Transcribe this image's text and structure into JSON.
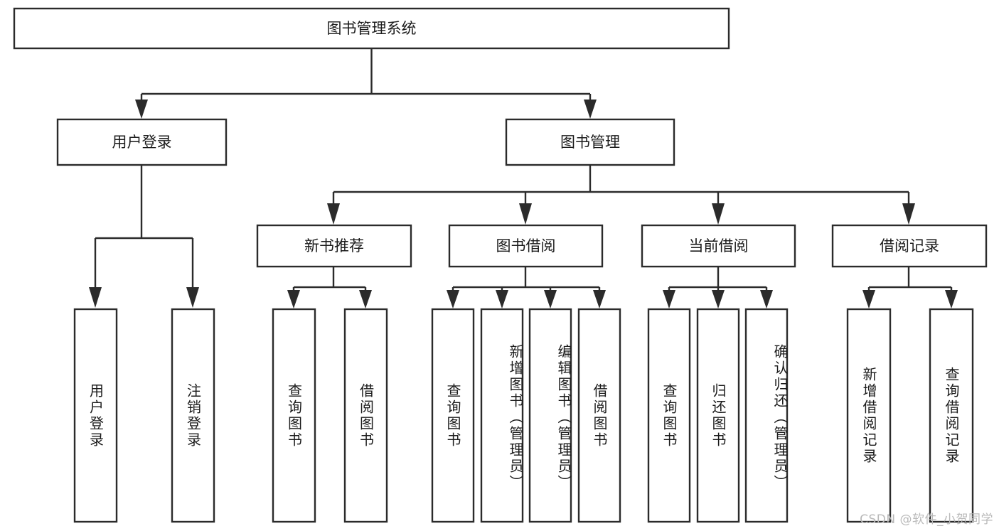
{
  "diagram": {
    "title": "图书管理系统",
    "type": "hierarchy-tree",
    "watermark": "CSDN @软件_小贺同学",
    "colors": {
      "stroke": "#2b2b2b",
      "fill": "#ffffff",
      "text": "#1b1b1b",
      "watermark": "#b9b9b9"
    },
    "levels": {
      "root": {
        "label": "图书管理系统"
      },
      "level2": [
        {
          "id": "user-login",
          "label": "用户登录"
        },
        {
          "id": "book-manage",
          "label": "图书管理"
        }
      ],
      "level3": [
        {
          "id": "new-book-rec",
          "label": "新书推荐"
        },
        {
          "id": "book-borrow",
          "label": "图书借阅"
        },
        {
          "id": "current-borrow",
          "label": "当前借阅"
        },
        {
          "id": "borrow-record",
          "label": "借阅记录"
        }
      ],
      "leaves": [
        {
          "id": "leaf-user-login",
          "label": "用户登录",
          "parent": "user-login"
        },
        {
          "id": "leaf-logout",
          "label": "注销登录",
          "parent": "user-login"
        },
        {
          "id": "leaf-query-book-1",
          "label": "查询图书",
          "parent": "new-book-rec"
        },
        {
          "id": "leaf-borrow-book-1",
          "label": "借阅图书",
          "parent": "new-book-rec"
        },
        {
          "id": "leaf-query-book-2",
          "label": "查询图书",
          "parent": "book-borrow"
        },
        {
          "id": "leaf-add-book",
          "label": "新增图书（管理员）",
          "parent": "book-borrow"
        },
        {
          "id": "leaf-edit-book",
          "label": "编辑图书（管理员）",
          "parent": "book-borrow"
        },
        {
          "id": "leaf-borrow-book-2",
          "label": "借阅图书",
          "parent": "book-borrow"
        },
        {
          "id": "leaf-query-book-3",
          "label": "查询图书",
          "parent": "current-borrow"
        },
        {
          "id": "leaf-return-book",
          "label": "归还图书",
          "parent": "current-borrow"
        },
        {
          "id": "leaf-confirm-return",
          "label": "确认归还（管理员）",
          "parent": "current-borrow"
        },
        {
          "id": "leaf-add-record",
          "label": "新增借阅记录",
          "parent": "borrow-record"
        },
        {
          "id": "leaf-query-record",
          "label": "查询借阅记录",
          "parent": "borrow-record"
        }
      ]
    }
  }
}
